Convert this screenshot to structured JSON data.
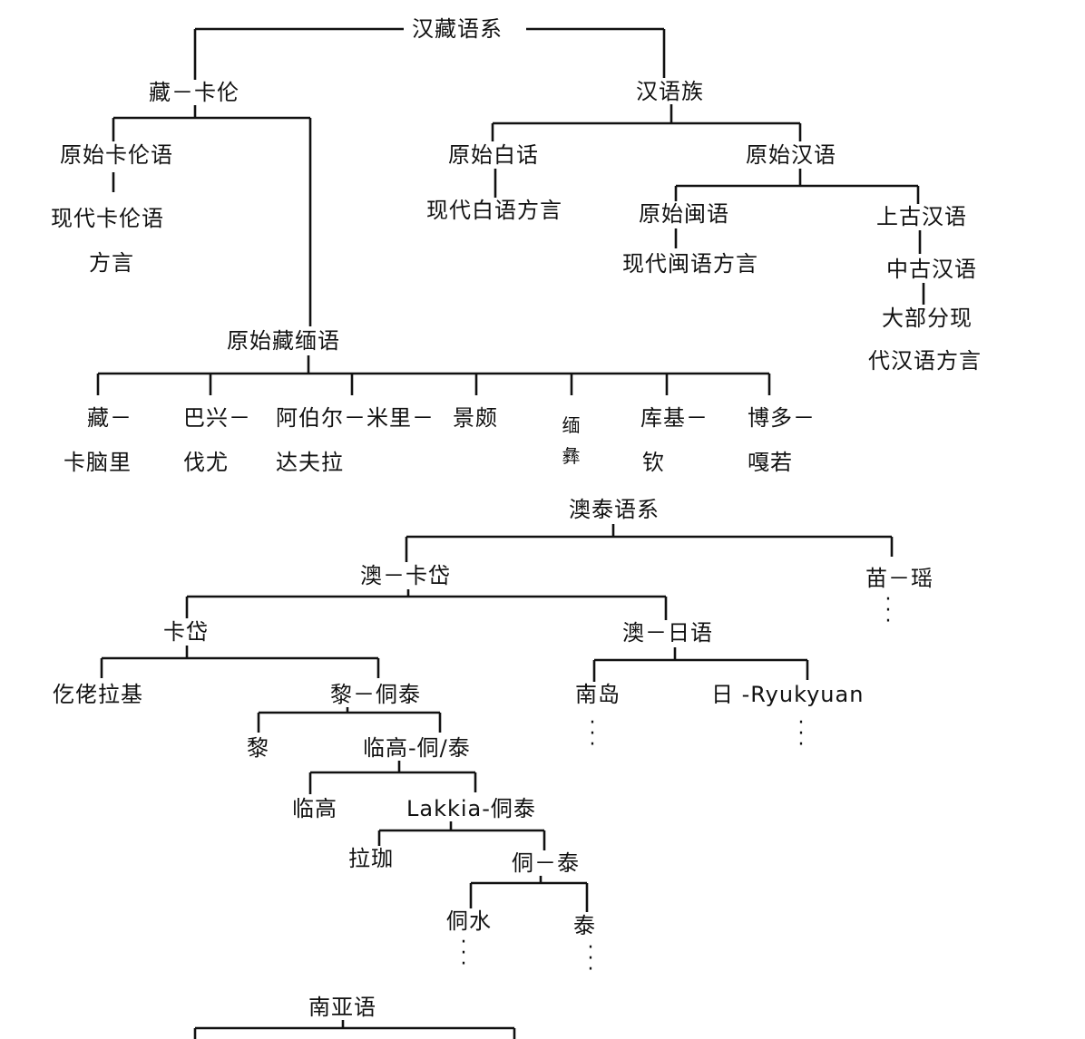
{
  "sino_tibetan": {
    "root": "汉藏语系",
    "tibeto_karen": "藏－卡伦",
    "proto_karen": "原始卡伦语",
    "modern_karen_l1": "现代卡伦语",
    "modern_karen_l2": "方言",
    "proto_tibeto_burman": "原始藏缅语",
    "tb_branches": [
      {
        "l1": "藏－",
        "l2": "卡脑里"
      },
      {
        "l1": "巴兴－",
        "l2": "伐尤"
      },
      {
        "l1": "阿伯尔－米里－",
        "l2": "达夫拉"
      },
      {
        "l1": "景颇",
        "l2": ""
      },
      {
        "l1": "缅彝",
        "l2": ""
      },
      {
        "l1": "库基－",
        "l2": "钦"
      },
      {
        "l1": "博多－",
        "l2": "嘎若"
      }
    ],
    "sinitic": "汉语族",
    "proto_bai": "原始白话",
    "modern_bai": "现代白语方言",
    "proto_chinese": "原始汉语",
    "proto_min": "原始闽语",
    "modern_min": "现代闽语方言",
    "old_chinese": "上古汉语",
    "middle_chinese": "中古汉语",
    "modern_chinese_l1": "大部分现",
    "modern_chinese_l2": "代汉语方言"
  },
  "austro_tai": {
    "root": "澳泰语系",
    "austro_kadai": "澳－卡岱",
    "miao_yao": "苗－瑶",
    "kadai": "卡岱",
    "gelao": "仡佬拉基",
    "li_kam_tai": "黎－侗泰",
    "li": "黎",
    "lingao_kam_tai": "临高-侗/泰",
    "lingao": "临高",
    "lakkia_kam_tai": "Lakkia-侗泰",
    "lakkia": "拉珈",
    "kam_tai": "侗－泰",
    "kam_sui": "侗水",
    "tai": "泰",
    "austro_japanese": "澳－日语",
    "austronesian": "南岛",
    "japanese_ryukyuan": "日 -Ryukyuan"
  },
  "austroasiatic": {
    "root": "南亚语"
  }
}
